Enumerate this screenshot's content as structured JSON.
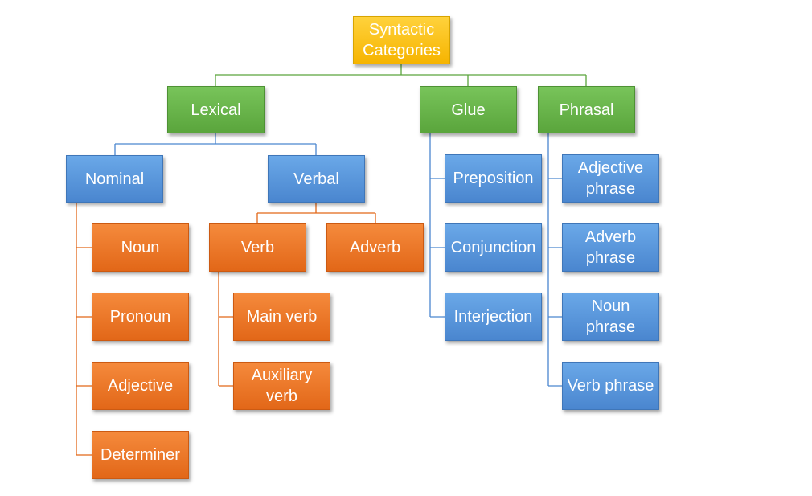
{
  "diagram": {
    "root": "Syntactic\nCategories",
    "level1": {
      "lexical": "Lexical",
      "glue": "Glue",
      "phrasal": "Phrasal"
    },
    "lexical": {
      "nominal": "Nominal",
      "verbal": "Verbal",
      "nominal_items": [
        "Noun",
        "Pronoun",
        "Adjective",
        "Determiner"
      ],
      "verbal_items": {
        "verb": "Verb",
        "adverb": "Adverb",
        "verb_items": [
          "Main verb",
          "Auxiliary\nverb"
        ]
      }
    },
    "glue_items": [
      "Preposition",
      "Conjunction",
      "Interjection"
    ],
    "phrasal_items": [
      "Adjective\nphrase",
      "Adverb\nphrase",
      "Noun\nphrase",
      "Verb phrase"
    ]
  },
  "colors": {
    "root": "#f6b400",
    "level1": "#5aa53c",
    "blue": "#4a86cf",
    "orange": "#e26718",
    "line_green": "#5aa53c",
    "line_blue": "#4a86cf",
    "line_orange": "#e26718"
  }
}
